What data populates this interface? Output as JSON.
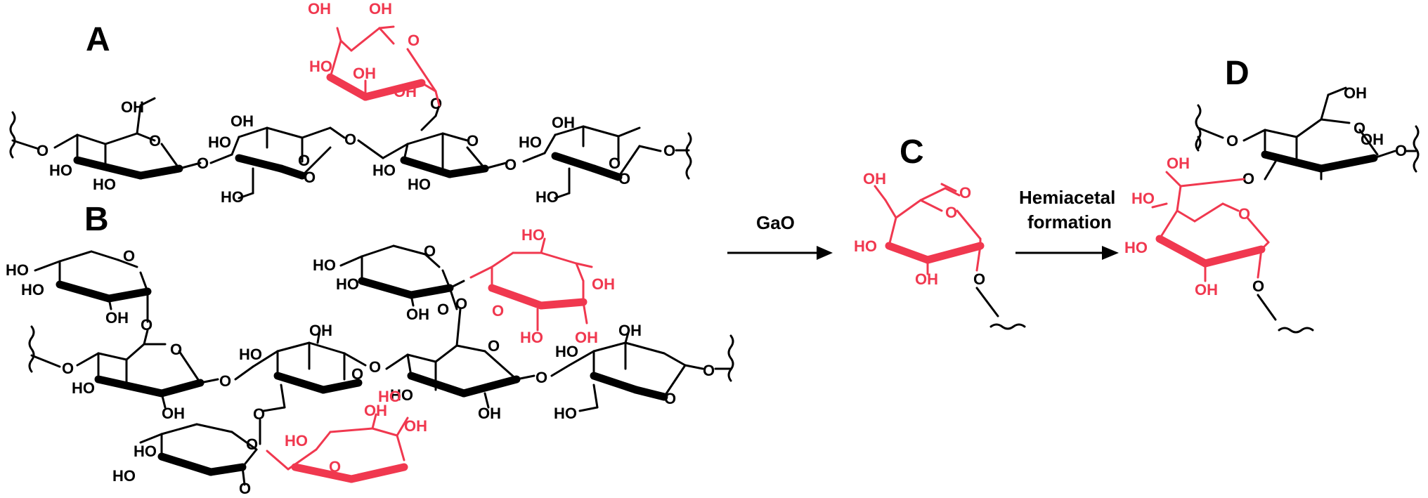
{
  "panels": {
    "a": "A",
    "b": "B",
    "c": "C",
    "d": "D"
  },
  "arrows": {
    "first_label": "GaO",
    "second_label_line1": "Hemiacetal",
    "second_label_line2": "formation"
  },
  "atoms": {
    "oh": "OH",
    "ho": "HO",
    "o": "O"
  },
  "colors": {
    "default": "#000000",
    "highlight": "#f0384f"
  }
}
